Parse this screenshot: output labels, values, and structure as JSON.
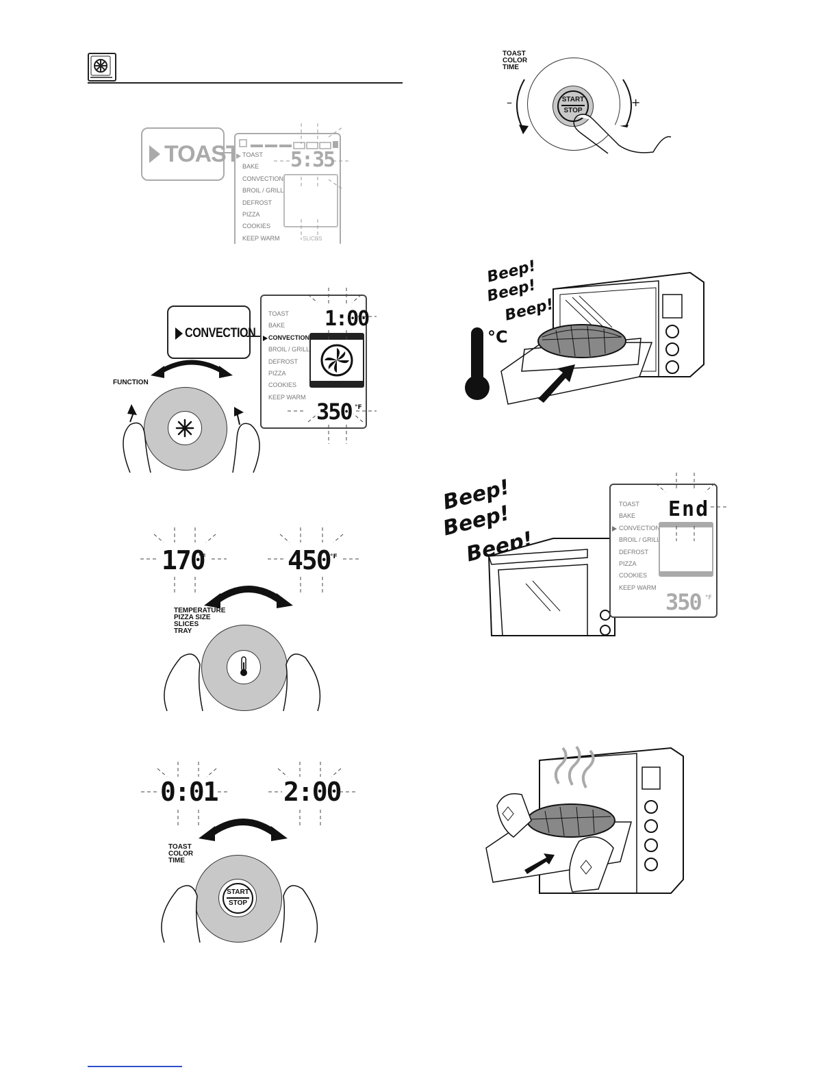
{
  "toast_display": {
    "callout": "TOAST",
    "time": "5:35",
    "menu": [
      "TOAST",
      "BAKE",
      "CONVECTION",
      "BROIL / GRILL",
      "DEFROST",
      "PIZZA",
      "COOKIES",
      "KEEP WARM"
    ],
    "cutoff_label": "SLICES"
  },
  "convection_display": {
    "callout": "CONVECTION",
    "time": "1:00",
    "temp": "350",
    "temp_unit": "°F",
    "menu": [
      "TOAST",
      "BAKE",
      "CONVECTION",
      "BROIL / GRILL",
      "DEFROST",
      "PIZZA",
      "COOKIES",
      "KEEP WARM"
    ],
    "knob_label": "FUNCTION"
  },
  "temperature_range": {
    "min": "170",
    "max": "450",
    "unit": "°F",
    "knob_labels": [
      "TEMPERATURE",
      "PIZZA SIZE",
      "SLICES",
      "TRAY"
    ]
  },
  "time_range": {
    "min": "0:01",
    "max": "2:00",
    "knob_labels": [
      "TOAST",
      "COLOR",
      "TIME"
    ],
    "button_top": "START",
    "button_bottom": "STOP",
    "minus": "–"
  },
  "start_knob": {
    "labels": [
      "TOAST",
      "COLOR",
      "TIME"
    ],
    "button_top": "START",
    "button_bottom": "STOP",
    "minus": "–",
    "plus": "+"
  },
  "preheat": {
    "beeps": [
      "Beep!",
      "Beep!",
      "Beep!"
    ],
    "unit": "°C"
  },
  "end_display": {
    "beeps": [
      "Beep!",
      "Beep!",
      "Beep!"
    ],
    "status": "End",
    "temp": "350",
    "temp_unit": "°F",
    "menu": [
      "TOAST",
      "BAKE",
      "CONVECTION",
      "BROIL / GRILL",
      "DEFROST",
      "PIZZA",
      "COOKIES",
      "KEEP WARM"
    ]
  }
}
